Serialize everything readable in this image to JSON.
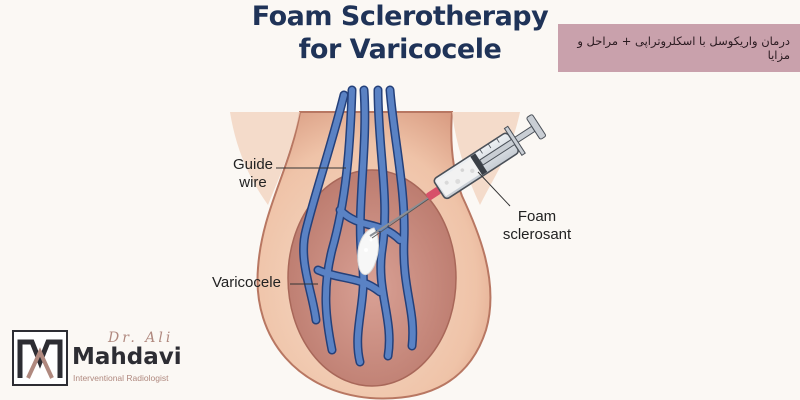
{
  "title": {
    "line1": "Foam Sclerotherapy",
    "line2": "for Varicocele"
  },
  "banner": {
    "text": "درمان واریکوسل با اسکلروتراپی + مراحل و مزایا"
  },
  "labels": {
    "guide_line1": "Guide",
    "guide_line2": "wire",
    "foam_line1": "Foam",
    "foam_line2": "sclerosant",
    "varicocele": "Varicocele"
  },
  "logo": {
    "prefix": "Dr. Ali",
    "name": "Mahdavi",
    "subtitle": "Interventional Radiologist",
    "icon": "mahdavi-logo-icon"
  },
  "colors": {
    "title": "#1f3358",
    "banner": "#c9a1ac",
    "skin": "#f2cdb6",
    "tissue": "#c98d82",
    "vein": "#4f73b3",
    "foam": "#f4f4f4"
  }
}
